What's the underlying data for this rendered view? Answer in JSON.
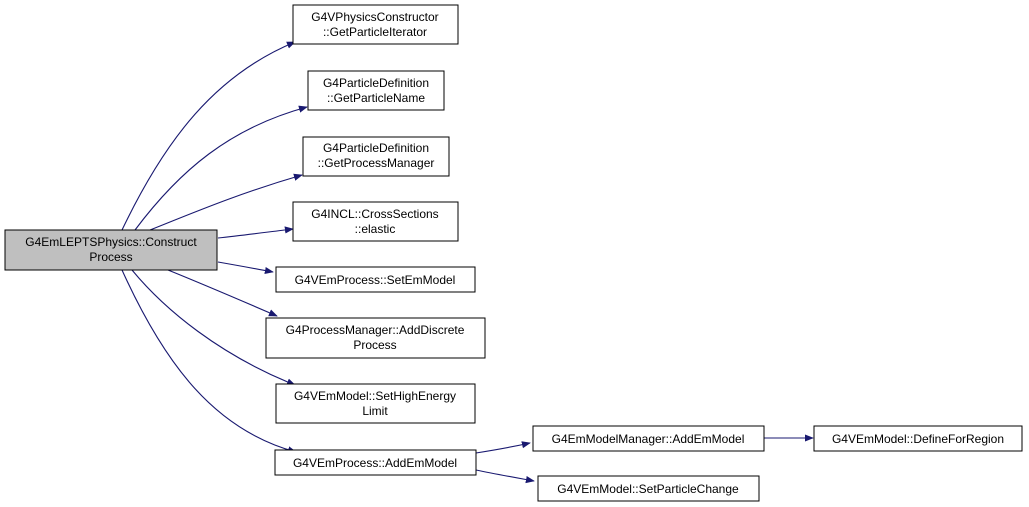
{
  "colors": {
    "root_fill": "#bfbfbf",
    "node_fill": "#ffffff",
    "border": "#000000",
    "edge": "#191970"
  },
  "nodes": {
    "root": {
      "lines": [
        "G4EmLEPTSPhysics::Construct",
        "Process"
      ]
    },
    "n1": {
      "lines": [
        "G4VPhysicsConstructor",
        "::GetParticleIterator"
      ]
    },
    "n2": {
      "lines": [
        "G4ParticleDefinition",
        "::GetParticleName"
      ]
    },
    "n3": {
      "lines": [
        "G4ParticleDefinition",
        "::GetProcessManager"
      ]
    },
    "n4": {
      "lines": [
        "G4INCL::CrossSections",
        "::elastic"
      ]
    },
    "n5": {
      "lines": [
        "G4VEmProcess::SetEmModel"
      ]
    },
    "n6": {
      "lines": [
        "G4ProcessManager::AddDiscrete",
        "Process"
      ]
    },
    "n7": {
      "lines": [
        "G4VEmModel::SetHighEnergy",
        "Limit"
      ]
    },
    "n8": {
      "lines": [
        "G4VEmProcess::AddEmModel"
      ]
    },
    "n9": {
      "lines": [
        "G4EmModelManager::AddEmModel"
      ]
    },
    "n10": {
      "lines": [
        "G4VEmModel::DefineForRegion"
      ]
    },
    "n11": {
      "lines": [
        "G4VEmModel::SetParticleChange"
      ]
    }
  },
  "edges": [
    {
      "from": "root",
      "to": "n1"
    },
    {
      "from": "root",
      "to": "n2"
    },
    {
      "from": "root",
      "to": "n3"
    },
    {
      "from": "root",
      "to": "n4"
    },
    {
      "from": "root",
      "to": "n5"
    },
    {
      "from": "root",
      "to": "n6"
    },
    {
      "from": "root",
      "to": "n7"
    },
    {
      "from": "root",
      "to": "n8"
    },
    {
      "from": "n8",
      "to": "n9"
    },
    {
      "from": "n9",
      "to": "n10"
    },
    {
      "from": "n8",
      "to": "n11"
    }
  ]
}
